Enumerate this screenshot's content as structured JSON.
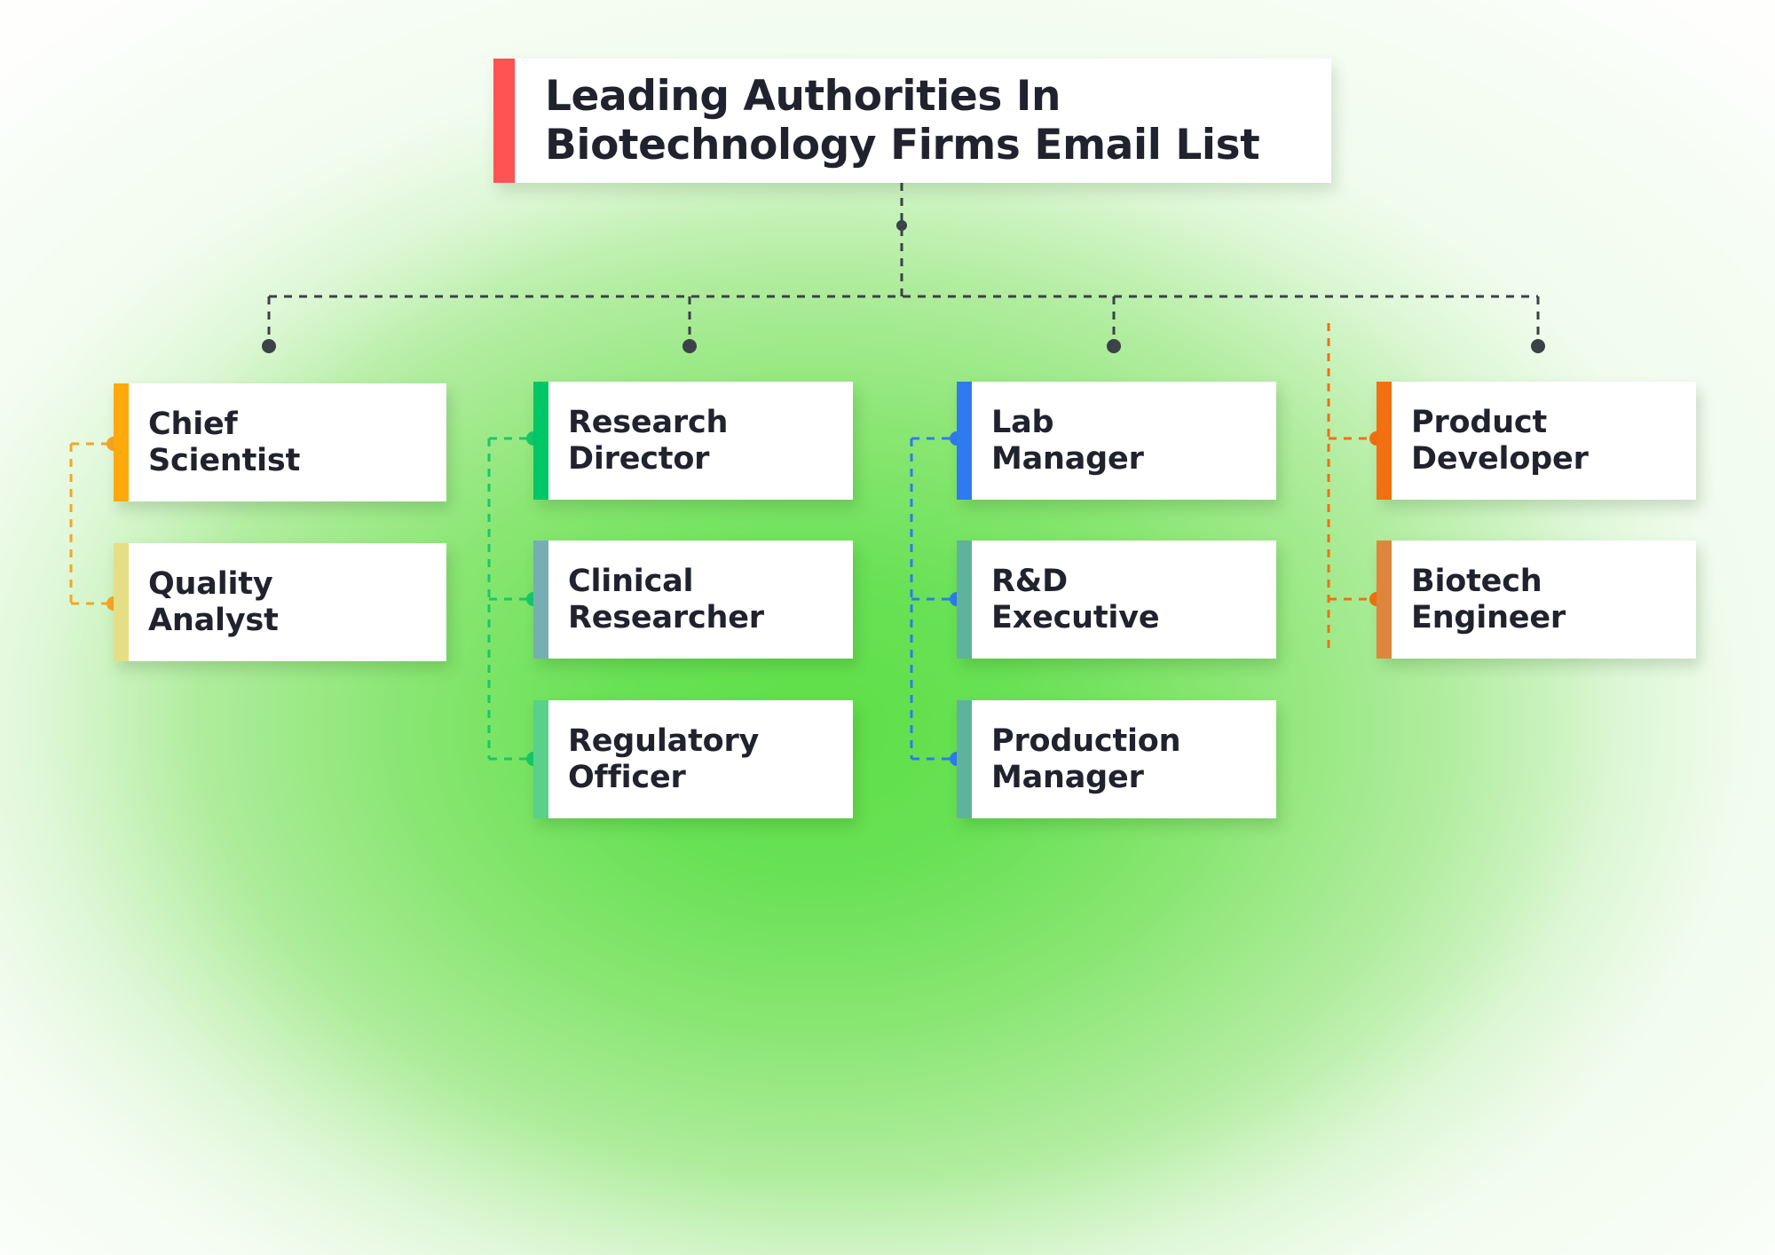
{
  "diagram": {
    "type": "org-chart",
    "background_colors": {
      "green_center": "#5FE048",
      "green_mid": "#8AE673",
      "edge_white": "#FFFFFF"
    },
    "title": {
      "text": "Leading Authorities In Biotechnology Firms Email List",
      "accent_color": "#FF5252",
      "card_background": "#FFFFFF",
      "text_color": "#20232E"
    },
    "trunk": {
      "color": "#3B4248",
      "style": "dashed",
      "endpoint_dot_color": "#3B4248"
    },
    "columns": [
      {
        "id": "column-1",
        "connector_color": "#F5A623",
        "nodes": [
          {
            "id": "chief-scientist",
            "label": "Chief\nScientist",
            "accent_color": "#FFA90A",
            "dot_color": "#F5A623"
          },
          {
            "id": "quality-analyst",
            "label": "Quality\nAnalyst",
            "accent_color": "#E6DE84",
            "dot_color": "#F5A623"
          }
        ]
      },
      {
        "id": "column-2",
        "connector_color": "#15C96B",
        "nodes": [
          {
            "id": "research-director",
            "label": "Research\nDirector",
            "accent_color": "#00C766",
            "dot_color": "#15C96B"
          },
          {
            "id": "clinical-researcher",
            "label": "Clinical\nResearcher",
            "accent_color": "#76AEB4",
            "dot_color": "#15C96B"
          },
          {
            "id": "regulatory-officer",
            "label": "Regulatory\nOfficer",
            "accent_color": "#5BD08A",
            "dot_color": "#15C96B"
          }
        ]
      },
      {
        "id": "column-3",
        "connector_color": "#2E7BEF",
        "nodes": [
          {
            "id": "lab-manager",
            "label": "Lab\nManager",
            "accent_color": "#2E7BEF",
            "dot_color": "#2E7BEF"
          },
          {
            "id": "rd-executive",
            "label": "R&D\nExecutive",
            "accent_color": "#5DB49A",
            "dot_color": "#2E7BEF"
          },
          {
            "id": "production-manager",
            "label": "Production\nManager",
            "accent_color": "#5DB49A",
            "dot_color": "#2E7BEF"
          }
        ]
      },
      {
        "id": "column-4",
        "connector_color": "#F2700F",
        "nodes": [
          {
            "id": "product-developer",
            "label": "Product\nDeveloper",
            "accent_color": "#F2700F",
            "dot_color": "#F2700F"
          },
          {
            "id": "biotech-engineer",
            "label": "Biotech Engineer",
            "accent_color": "#E0853C",
            "dot_color": "#F2700F"
          }
        ]
      }
    ]
  }
}
